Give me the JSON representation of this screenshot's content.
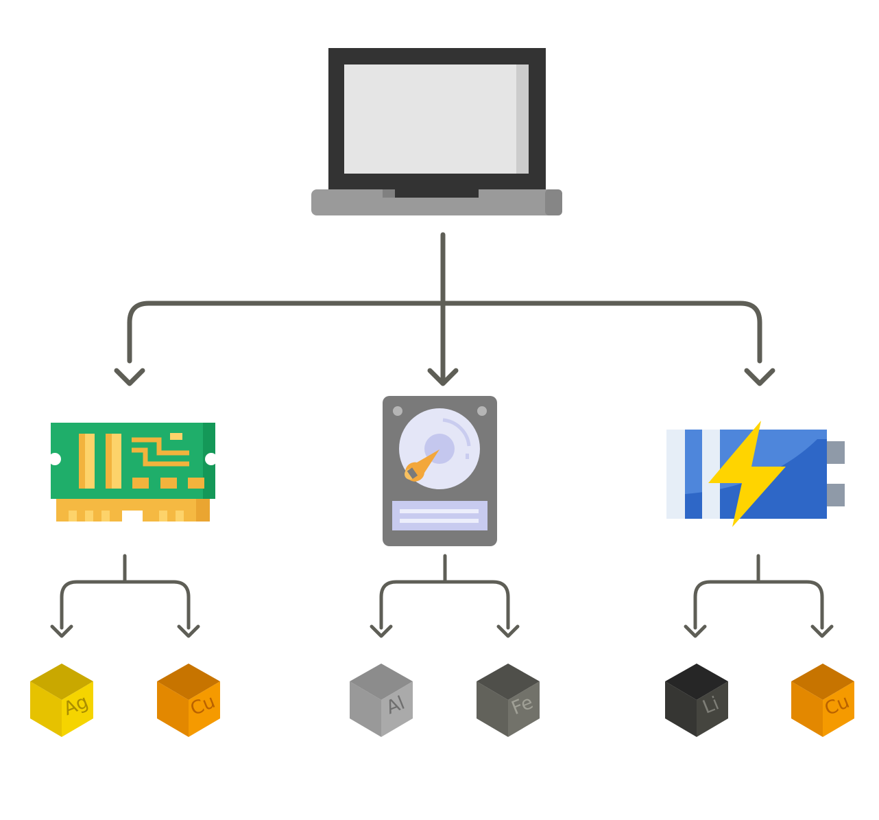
{
  "colors": {
    "connector": "#5e5e56",
    "background": "#ffffff"
  },
  "root": {
    "icon": "laptop-icon"
  },
  "components": [
    {
      "id": "ram",
      "icon": "ram-module-icon",
      "elements": [
        {
          "symbol": "Ag",
          "top": "#c9a800",
          "left": "#e6c200",
          "right": "#f5d400",
          "text": "#a98d00"
        },
        {
          "symbol": "Cu",
          "top": "#c77400",
          "left": "#e38800",
          "right": "#f59a00",
          "text": "#b96200"
        }
      ]
    },
    {
      "id": "hdd",
      "icon": "hard-disk-icon",
      "elements": [
        {
          "symbol": "Al",
          "top": "#8c8c8c",
          "left": "#999999",
          "right": "#aaaaaa",
          "text": "#6f6f6f"
        },
        {
          "symbol": "Fe",
          "top": "#4f4f4a",
          "left": "#62625b",
          "right": "#72726a",
          "text": "#a0a096"
        }
      ]
    },
    {
      "id": "battery",
      "icon": "battery-icon",
      "elements": [
        {
          "symbol": "Li",
          "top": "#262626",
          "left": "#363633",
          "right": "#45453f",
          "text": "#7e7e77"
        },
        {
          "symbol": "Cu",
          "top": "#c77400",
          "left": "#e38800",
          "right": "#f59a00",
          "text": "#b96200"
        }
      ]
    }
  ]
}
